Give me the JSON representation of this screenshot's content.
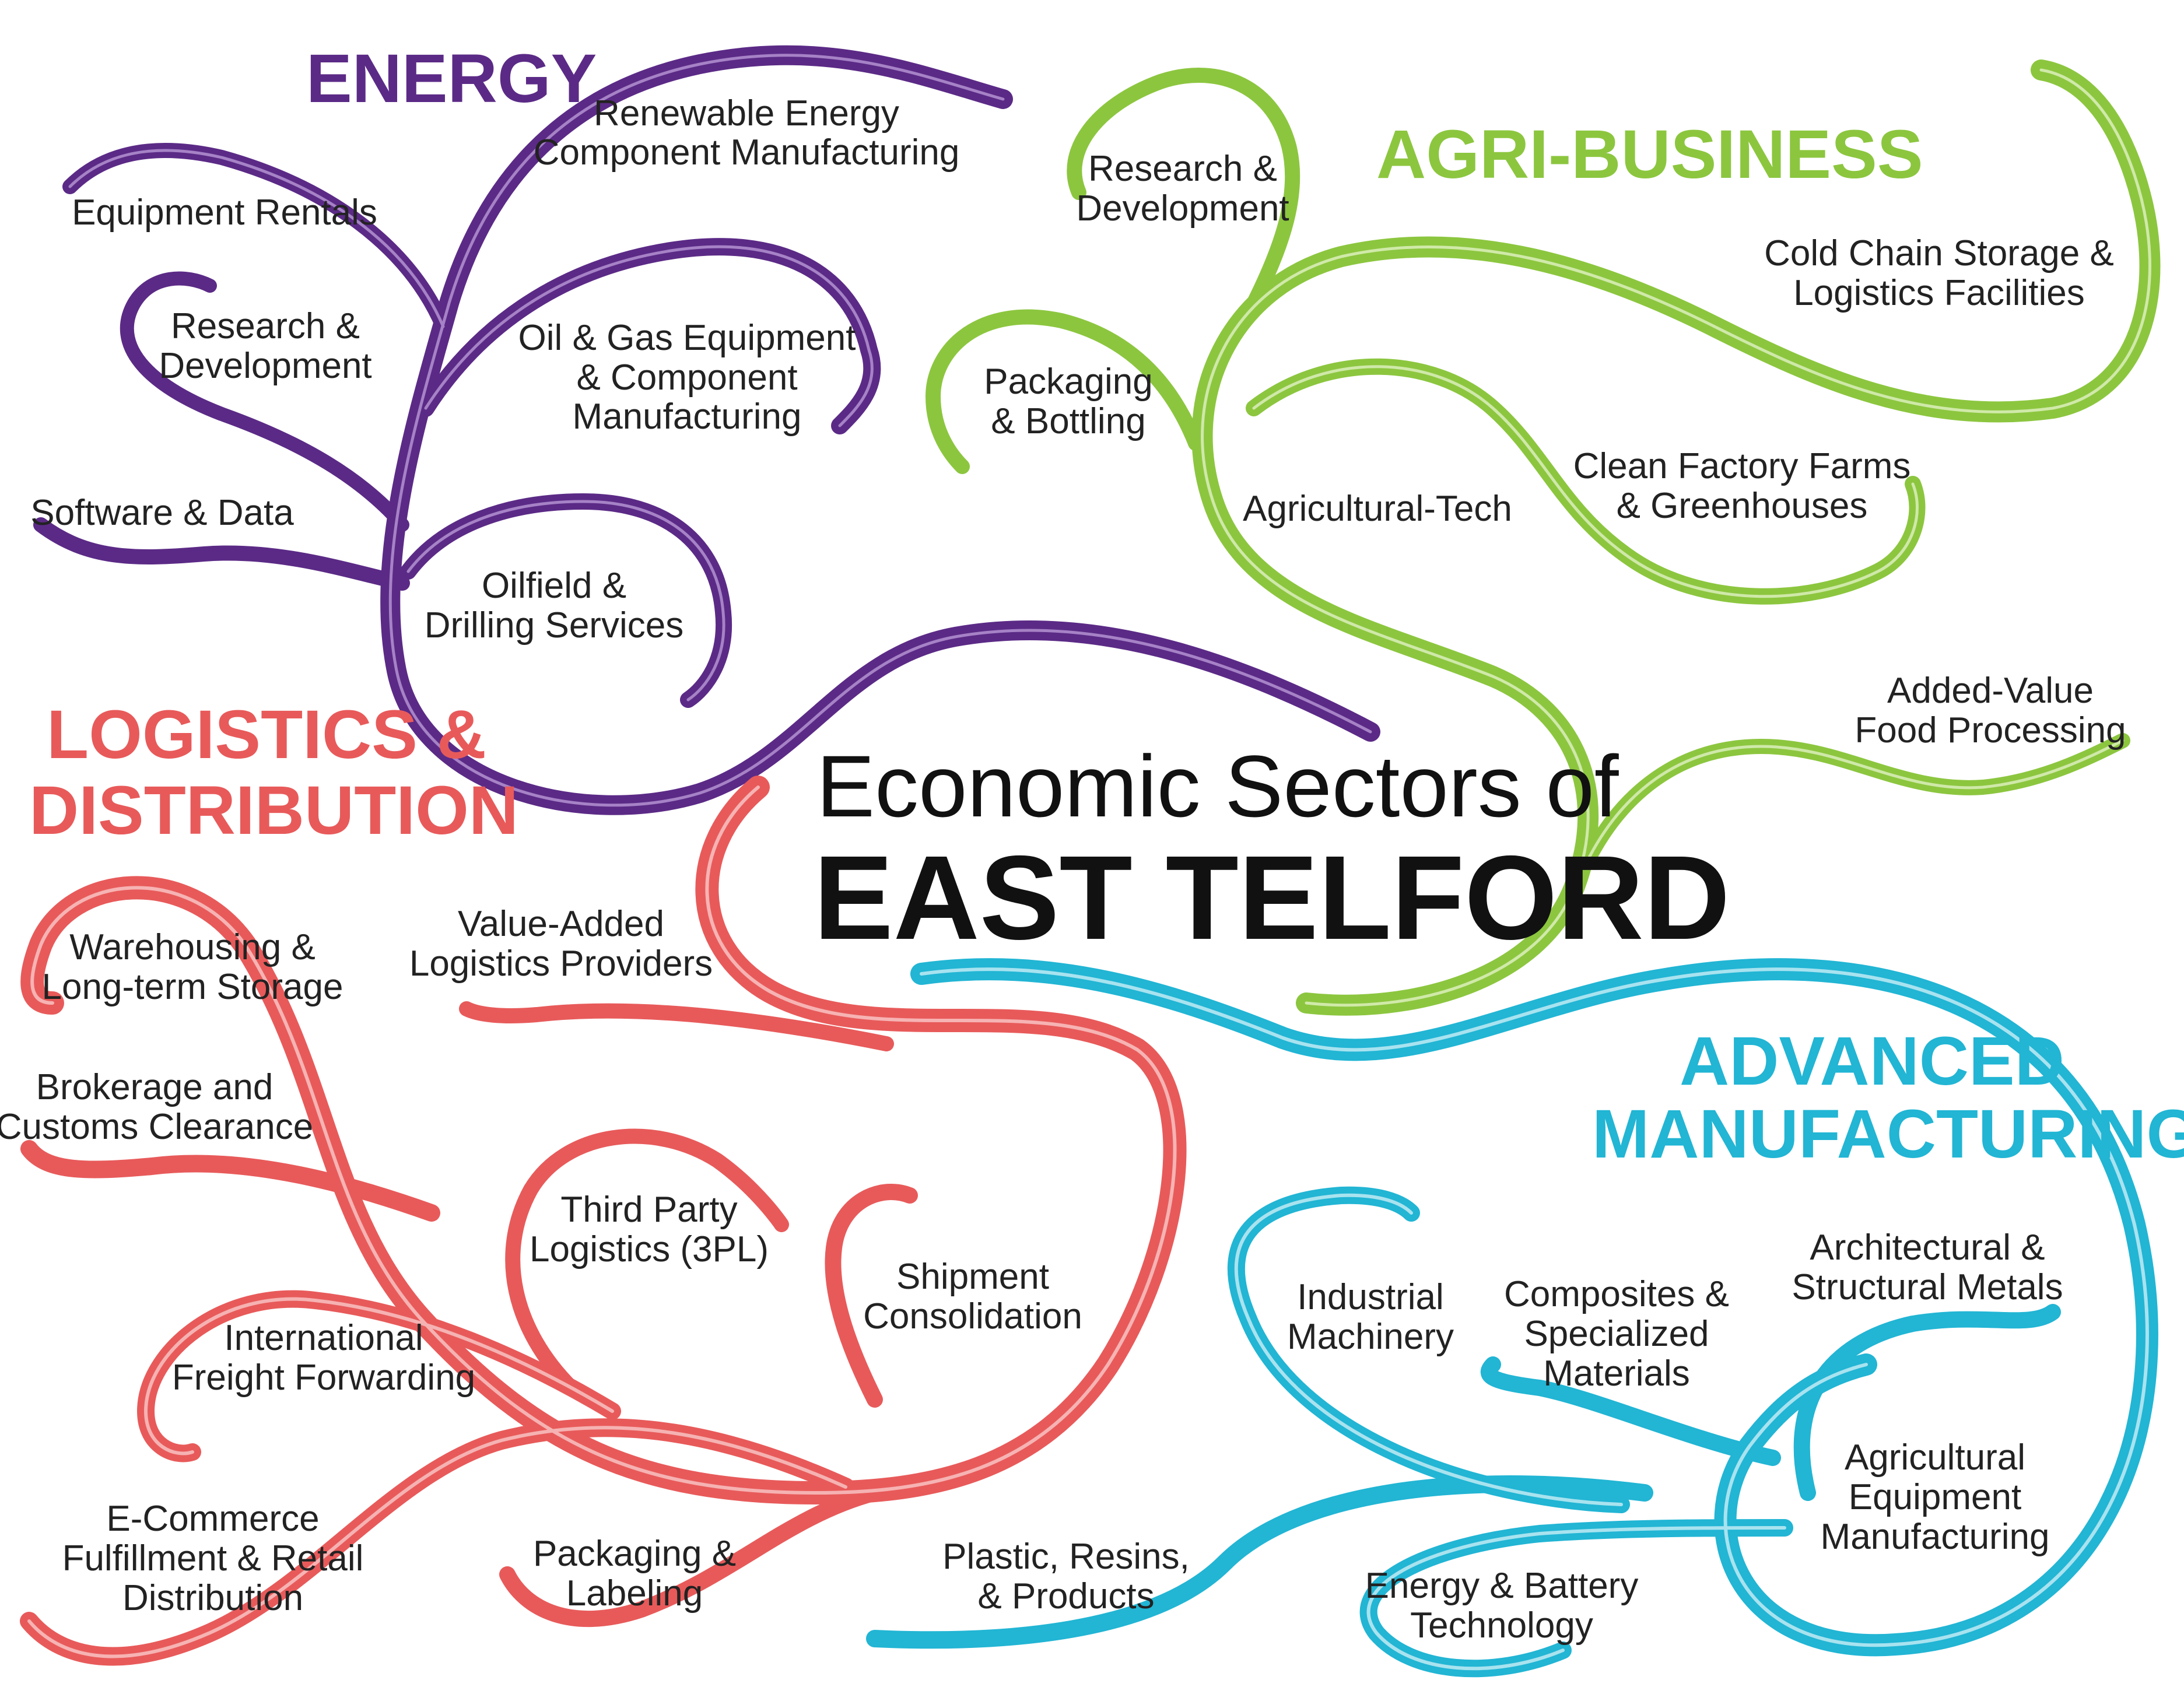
{
  "title": {
    "line1": "Economic Sectors of",
    "line2": "EAST TELFORD"
  },
  "colors": {
    "energy": "#5b2a86",
    "agri": "#8cc63f",
    "logistics": "#e85a5a",
    "manufacturing": "#22b5d4",
    "text": "#222222"
  },
  "sectors": {
    "energy": {
      "name": "ENERGY",
      "items": [
        "Renewable Energy",
        "Component Manufacturing",
        "Equipment Rentals",
        "Research &",
        "Development",
        "Oil & Gas Equipment",
        "& Component",
        "Manufacturing",
        "Software & Data",
        "Oilfield &",
        "Drilling Services"
      ]
    },
    "agri": {
      "name": "AGRI-BUSINESS",
      "items": [
        "Research &",
        "Development",
        "Cold Chain Storage &",
        "Logistics Facilities",
        "Packaging",
        "& Bottling",
        "Clean Factory Farms",
        "& Greenhouses",
        "Agricultural-Tech",
        "Added-Value",
        "Food Processing"
      ]
    },
    "logistics": {
      "name_line1": "LOGISTICS &",
      "name_line2": "DISTRIBUTION",
      "items": [
        "Value-Added",
        "Logistics Providers",
        "Warehousing &",
        "Long-term Storage",
        "Brokerage and",
        "Customs Clearance",
        "Third Party",
        "Logistics (3PL)",
        "Shipment",
        "Consolidation",
        "International",
        "Freight Forwarding",
        "E-Commerce",
        "Fulfillment & Retail",
        "Distribution",
        "Packaging &",
        "Labeling"
      ]
    },
    "manufacturing": {
      "name_line1": "ADVANCED",
      "name_line2": "MANUFACTURING",
      "items": [
        "Industrial",
        "Machinery",
        "Composites &",
        "Specialized",
        "Materials",
        "Architectural &",
        "Structural Metals",
        "Agricultural",
        "Equipment",
        "Manufacturing",
        "Plastic, Resins,",
        "& Products",
        "Energy & Battery",
        "Technology"
      ]
    }
  }
}
